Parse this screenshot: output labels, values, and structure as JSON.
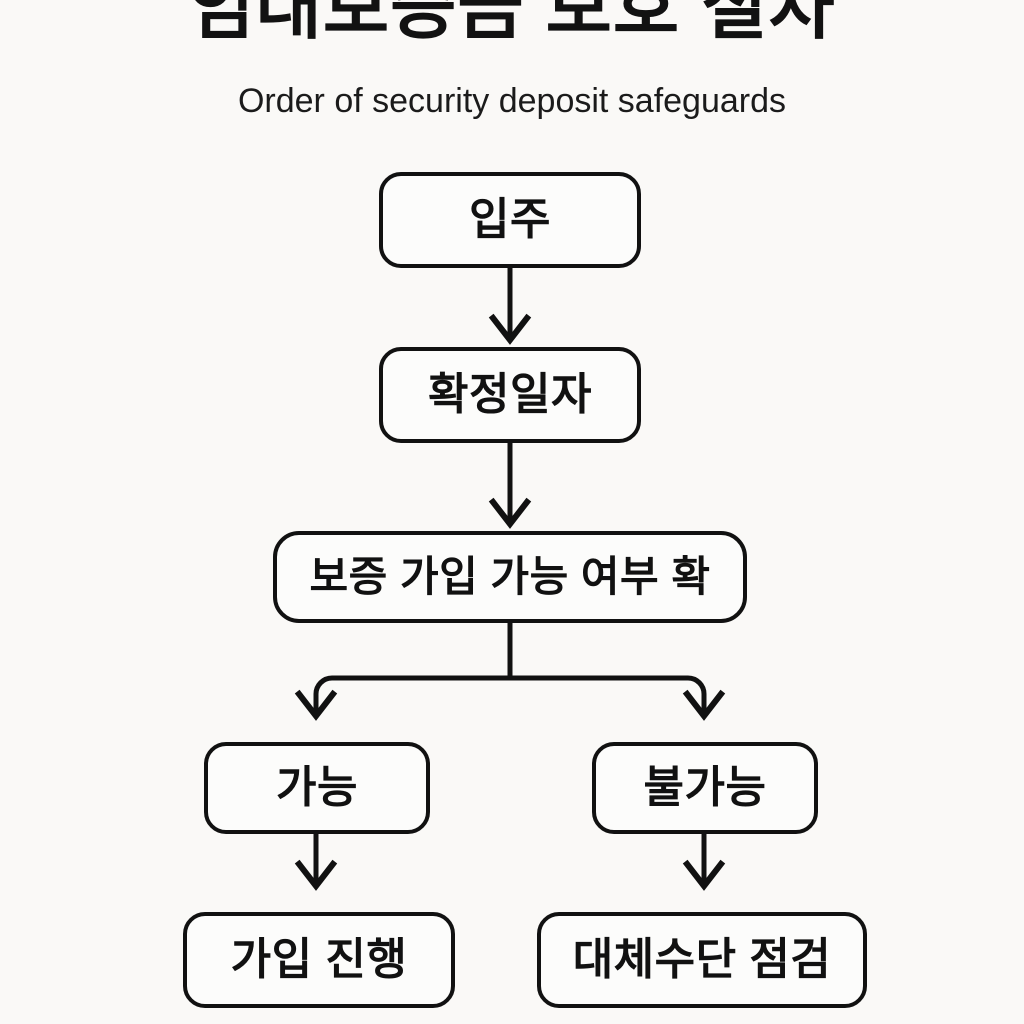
{
  "header": {
    "title": "임대보증금 보호 절차",
    "subtitle": "Order of security deposit safeguards"
  },
  "colors": {
    "background": "#faf9f7",
    "node_fill": "#fcfcfb",
    "stroke": "#111111",
    "text": "#111111"
  },
  "flow": {
    "nodes": [
      {
        "id": "movein",
        "label": "입주"
      },
      {
        "id": "date",
        "label": "확정일자"
      },
      {
        "id": "check",
        "label": "보증 가입 가능 여부 확"
      },
      {
        "id": "possible",
        "label": "가능"
      },
      {
        "id": "impossible",
        "label": "불가능"
      },
      {
        "id": "enroll",
        "label": "가입 진행"
      },
      {
        "id": "alt",
        "label": "대체수단 점검"
      }
    ],
    "edges": [
      {
        "from": "movein",
        "to": "date",
        "type": "straight-down"
      },
      {
        "from": "date",
        "to": "check",
        "type": "straight-down"
      },
      {
        "from": "check",
        "to": "possible",
        "type": "split-left"
      },
      {
        "from": "check",
        "to": "impossible",
        "type": "split-right"
      },
      {
        "from": "possible",
        "to": "enroll",
        "type": "straight-down"
      },
      {
        "from": "impossible",
        "to": "alt",
        "type": "straight-down"
      }
    ]
  },
  "chart_data": {
    "type": "diagram",
    "title": "임대보증금 보호 절차",
    "subtitle": "Order of security deposit safeguards",
    "orientation": "top-down",
    "levels": [
      [
        "입주"
      ],
      [
        "확정일자"
      ],
      [
        "보증 가입 가능 여부 확"
      ],
      [
        "가능",
        "불가능"
      ],
      [
        "가입 진행",
        "대체수단 점검"
      ]
    ]
  }
}
